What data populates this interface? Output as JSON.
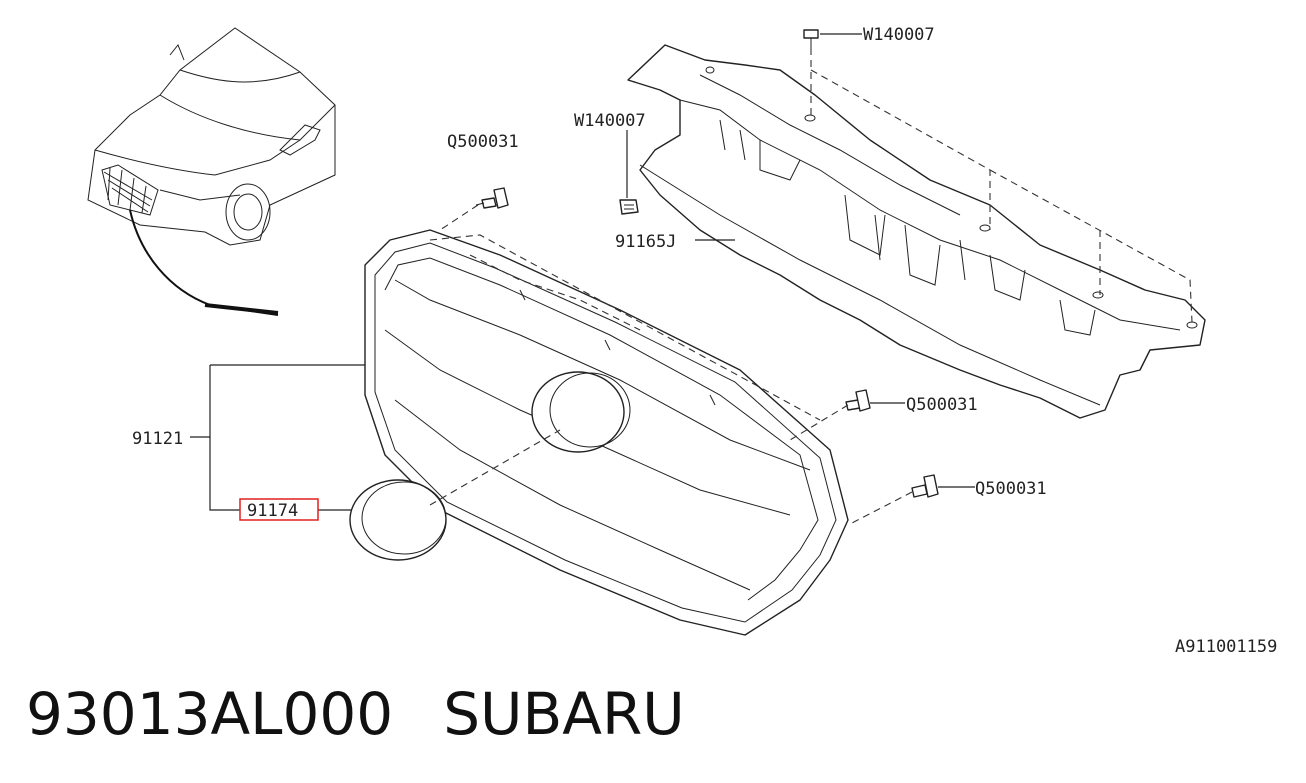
{
  "callouts": {
    "q500031_top": "Q500031",
    "w140007_top": "W140007",
    "w140007_left": "W140007",
    "support_91165j": "91165J",
    "grille_91121": "91121",
    "emblem_91174": "91174",
    "q500031_mid": "Q500031",
    "q500031_low": "Q500031"
  },
  "diagram_code": "A911001159",
  "caption": {
    "part_number": "93013AL000",
    "brand": "SUBARU"
  },
  "colors": {
    "line": "#222222",
    "highlight_box": "#e02020",
    "background": "#ffffff"
  }
}
